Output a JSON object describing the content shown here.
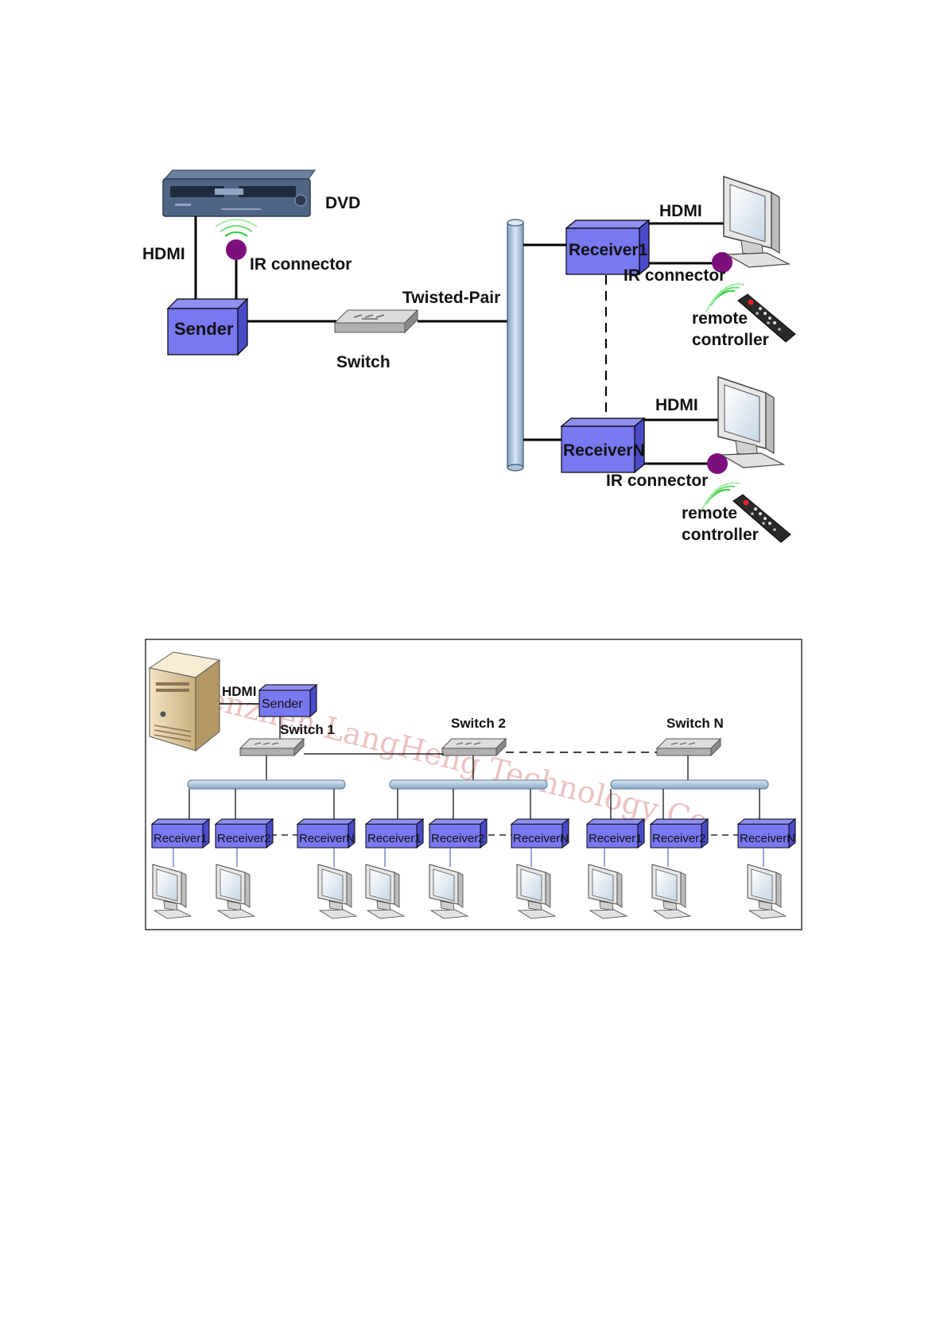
{
  "top": {
    "dvd": "DVD",
    "hdmi_left": "HDMI",
    "ir_connector_left": "IR connector",
    "sender": "Sender",
    "switch": "Switch",
    "twisted_pair": "Twisted-Pair",
    "receiver1": "Receiver1",
    "receiverN": "ReceiverN",
    "hdmi_r1": "HDMI",
    "hdmi_rn": "HDMI",
    "ir_connector_r1": "IR connector",
    "ir_connector_rn": "IR connector",
    "remote_r1_line1": "remote",
    "remote_r1_line2": "controller",
    "remote_rn_line1": "remote",
    "remote_rn_line2": "controller"
  },
  "bottom": {
    "hdmi": "HDMI",
    "sender": "Sender",
    "switch1": "Switch 1",
    "switch2": "Switch 2",
    "switchN": "Switch N",
    "watermark": "Shenzhen LangHeng Technology Co",
    "groups": [
      {
        "receivers": [
          "Receiver1",
          "Receiver2",
          "ReceiverN"
        ]
      },
      {
        "receivers": [
          "Receiver1",
          "Receiver2",
          "ReceiverN"
        ]
      },
      {
        "receivers": [
          "Receiver1",
          "Receiver2",
          "ReceiverN"
        ]
      }
    ]
  }
}
